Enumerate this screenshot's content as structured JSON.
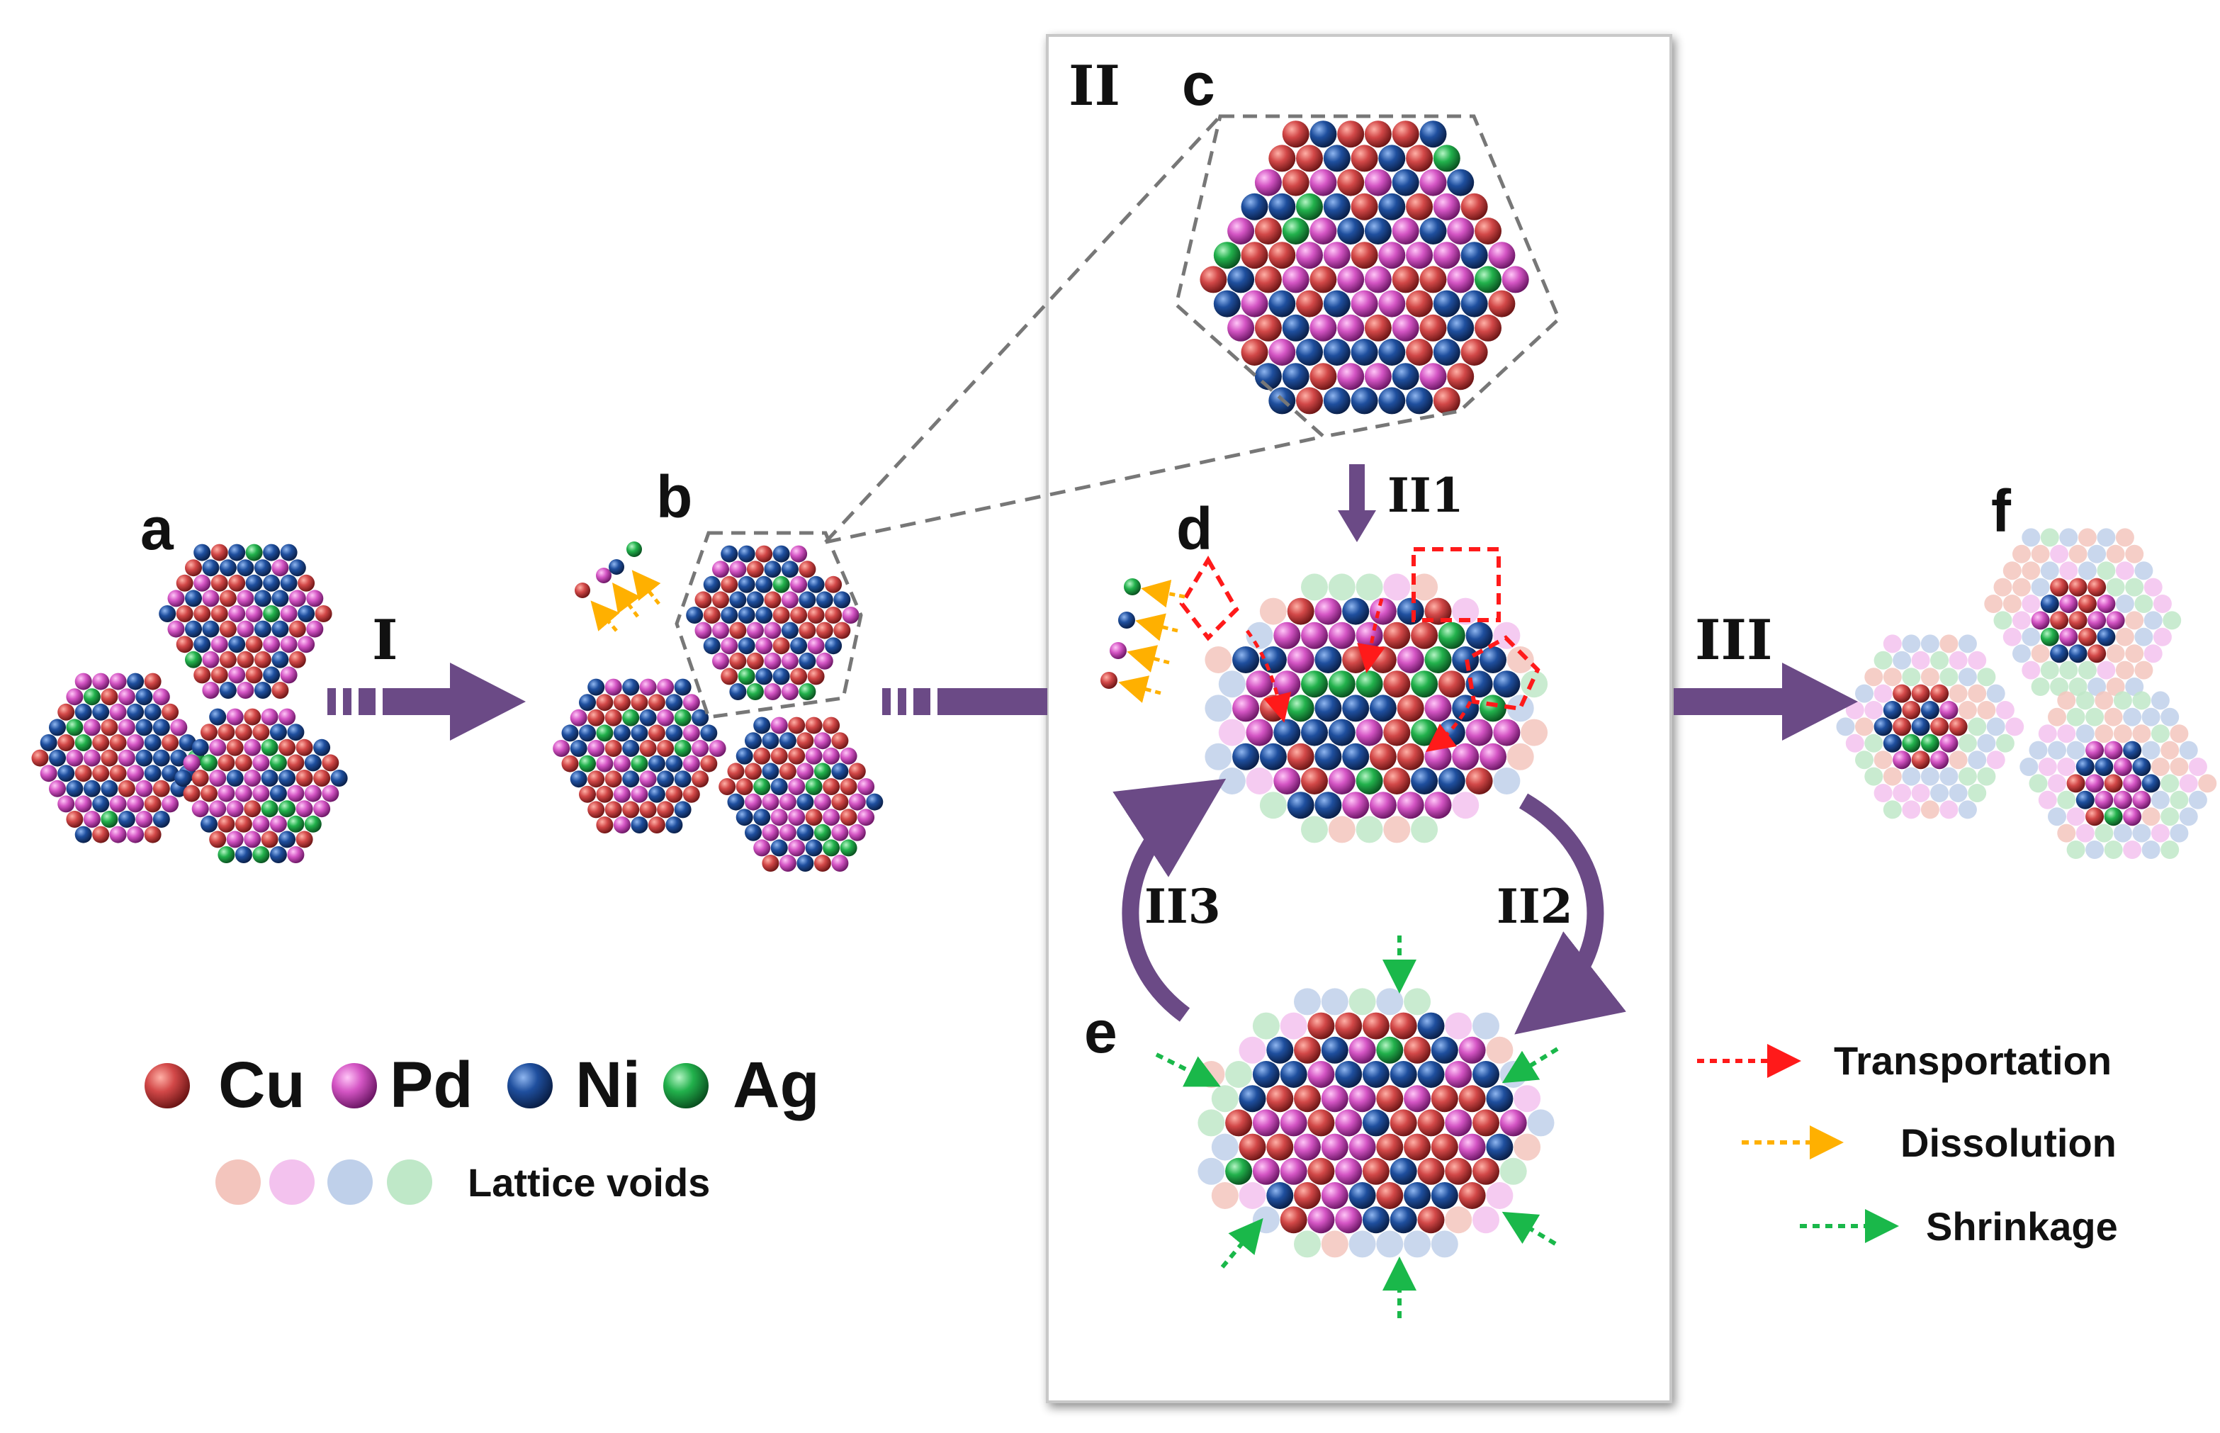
{
  "panels": {
    "a": "a",
    "b": "b",
    "c": "c",
    "d": "d",
    "e": "e",
    "f": "f"
  },
  "steps": {
    "I": "I",
    "II": "II",
    "II1": "II1",
    "II2": "II2",
    "II3": "II3",
    "III": "III"
  },
  "legend": {
    "elements": [
      {
        "symbol": "Cu",
        "color": "#cc4444"
      },
      {
        "symbol": "Pd",
        "color": "#d455c4"
      },
      {
        "symbol": "Ni",
        "color": "#1f4f9e"
      },
      {
        "symbol": "Ag",
        "color": "#22b14c"
      }
    ],
    "voids_label": "Lattice voids",
    "void_colors": [
      "#f3c5bd",
      "#f3c2ee",
      "#bfd0ea",
      "#bfe8c8"
    ]
  },
  "arrow_legend": [
    {
      "label": "Transportation",
      "color": "#ff1a1a"
    },
    {
      "label": "Dissolution",
      "color": "#ffb000"
    },
    {
      "label": "Shrinkage",
      "color": "#1ab84a"
    }
  ],
  "colors": {
    "process_arrow": "#6b4a86",
    "panel_border": "#c8c8c8",
    "outline_dash": "#777777"
  }
}
